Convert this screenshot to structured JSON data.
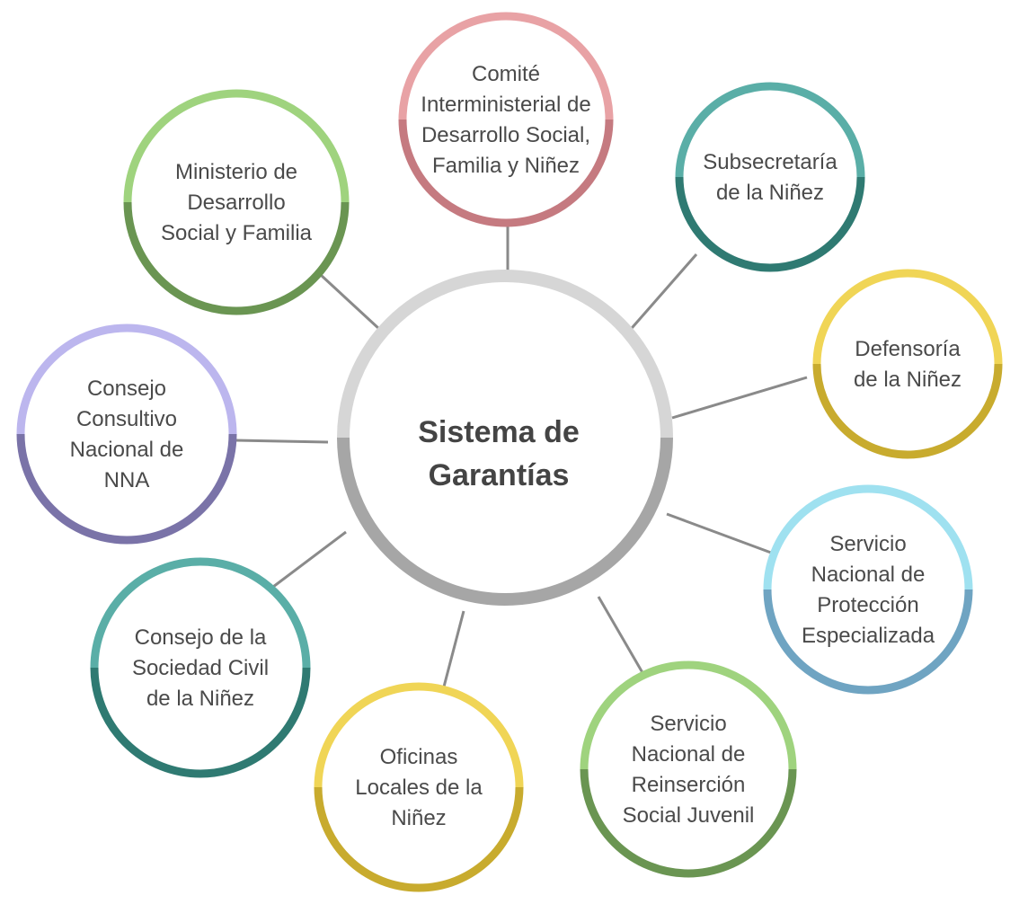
{
  "center": {
    "lines": [
      "Sistema de",
      "Garantías"
    ],
    "color_top": "#d6d6d6",
    "color_bottom": "#a6a6a6"
  },
  "nodes": [
    {
      "id": "comite",
      "lines": [
        "Comité",
        "Interministerial de",
        "Desarrollo Social,",
        "Familia y Niñez"
      ],
      "color_top": "#e8a2a5",
      "color_bottom": "#c57a80"
    },
    {
      "id": "subsecretaria",
      "lines": [
        "Subsecretaría",
        "de la Niñez"
      ],
      "color_top": "#5aaea7",
      "color_bottom": "#2f7a72"
    },
    {
      "id": "defensoria",
      "lines": [
        "Defensoría",
        "de la Niñez"
      ],
      "color_top": "#f0d556",
      "color_bottom": "#c8ab2e"
    },
    {
      "id": "servicio-proteccion",
      "lines": [
        "Servicio",
        "Nacional de",
        "Protección",
        "Especializada"
      ],
      "color_top": "#9fe1f0",
      "color_bottom": "#6fa4c2"
    },
    {
      "id": "servicio-reinsercion",
      "lines": [
        "Servicio",
        "Nacional de",
        "Reinserción",
        "Social Juvenil"
      ],
      "color_top": "#9fd37e",
      "color_bottom": "#6a9552"
    },
    {
      "id": "oficinas-locales",
      "lines": [
        "Oficinas",
        "Locales de la",
        "Niñez"
      ],
      "color_top": "#f0d556",
      "color_bottom": "#c8ab2e"
    },
    {
      "id": "consejo-sociedad-civil",
      "lines": [
        "Consejo de la",
        "Sociedad Civil",
        "de la Niñez"
      ],
      "color_top": "#5aaea7",
      "color_bottom": "#2f7a72"
    },
    {
      "id": "consejo-consultivo",
      "lines": [
        "Consejo",
        "Consultivo",
        "Nacional de",
        "NNA"
      ],
      "color_top": "#bcb6ee",
      "color_bottom": "#7a73a8"
    },
    {
      "id": "ministerio",
      "lines": [
        "Ministerio de",
        "Desarrollo",
        "Social y Familia"
      ],
      "color_top": "#9fd37e",
      "color_bottom": "#6a9552"
    }
  ],
  "connector_color": "#8a8a8a"
}
